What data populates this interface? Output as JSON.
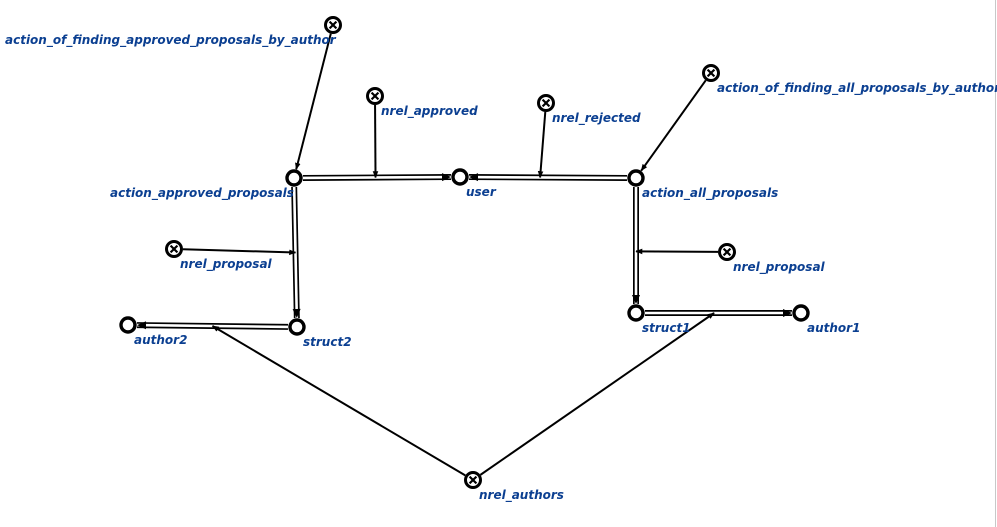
{
  "colors": {
    "label": "#0b3f91",
    "stroke": "#000000",
    "background": "#ffffff"
  },
  "diagram": {
    "nodes": [
      {
        "id": "action_of_finding_approved_proposals_by_author",
        "kind": "relation",
        "label": "action_of_finding_approved_proposals_by_author"
      },
      {
        "id": "nrel_approved",
        "kind": "relation",
        "label": "nrel_approved"
      },
      {
        "id": "nrel_rejected",
        "kind": "relation",
        "label": "nrel_rejected"
      },
      {
        "id": "action_of_finding_all_proposals_by_author",
        "kind": "relation",
        "label": "action_of_finding_all_proposals_by_author"
      },
      {
        "id": "action_approved_proposals",
        "kind": "node",
        "label": "action_approved_proposals"
      },
      {
        "id": "user",
        "kind": "node",
        "label": "user"
      },
      {
        "id": "action_all_proposals",
        "kind": "node",
        "label": "action_all_proposals"
      },
      {
        "id": "nrel_proposal_left",
        "kind": "relation",
        "label": "nrel_proposal"
      },
      {
        "id": "nrel_proposal_right",
        "kind": "relation",
        "label": "nrel_proposal"
      },
      {
        "id": "author2",
        "kind": "node",
        "label": "author2"
      },
      {
        "id": "struct2",
        "kind": "node",
        "label": "struct2"
      },
      {
        "id": "struct1",
        "kind": "node",
        "label": "struct1"
      },
      {
        "id": "author1",
        "kind": "node",
        "label": "author1"
      },
      {
        "id": "nrel_authors",
        "kind": "relation",
        "label": "nrel_authors"
      }
    ]
  }
}
